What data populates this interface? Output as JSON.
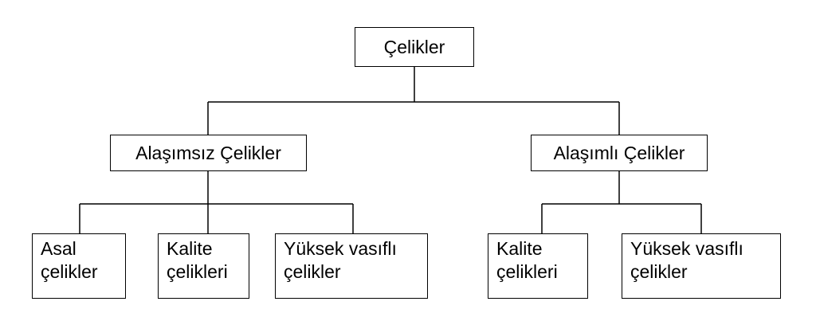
{
  "diagram": {
    "root": {
      "label": "Çelikler"
    },
    "left_branch": {
      "label": "Alaşımsız Çelikler",
      "children": [
        {
          "line1": "Asal",
          "line2": "çelikler"
        },
        {
          "line1": "Kalite",
          "line2": "çelikleri"
        },
        {
          "line1": "Yüksek vasıflı",
          "line2": "çelikler"
        }
      ]
    },
    "right_branch": {
      "label": "Alaşımlı Çelikler",
      "children": [
        {
          "line1": "Kalite",
          "line2": "çelikleri"
        },
        {
          "line1": "Yüksek vasıflı",
          "line2": "çelikler"
        }
      ]
    },
    "colors": {
      "line": "#000000",
      "box_border": "#000000",
      "box_fill": "#ffffff",
      "text": "#000000",
      "background": "#ffffff"
    }
  }
}
